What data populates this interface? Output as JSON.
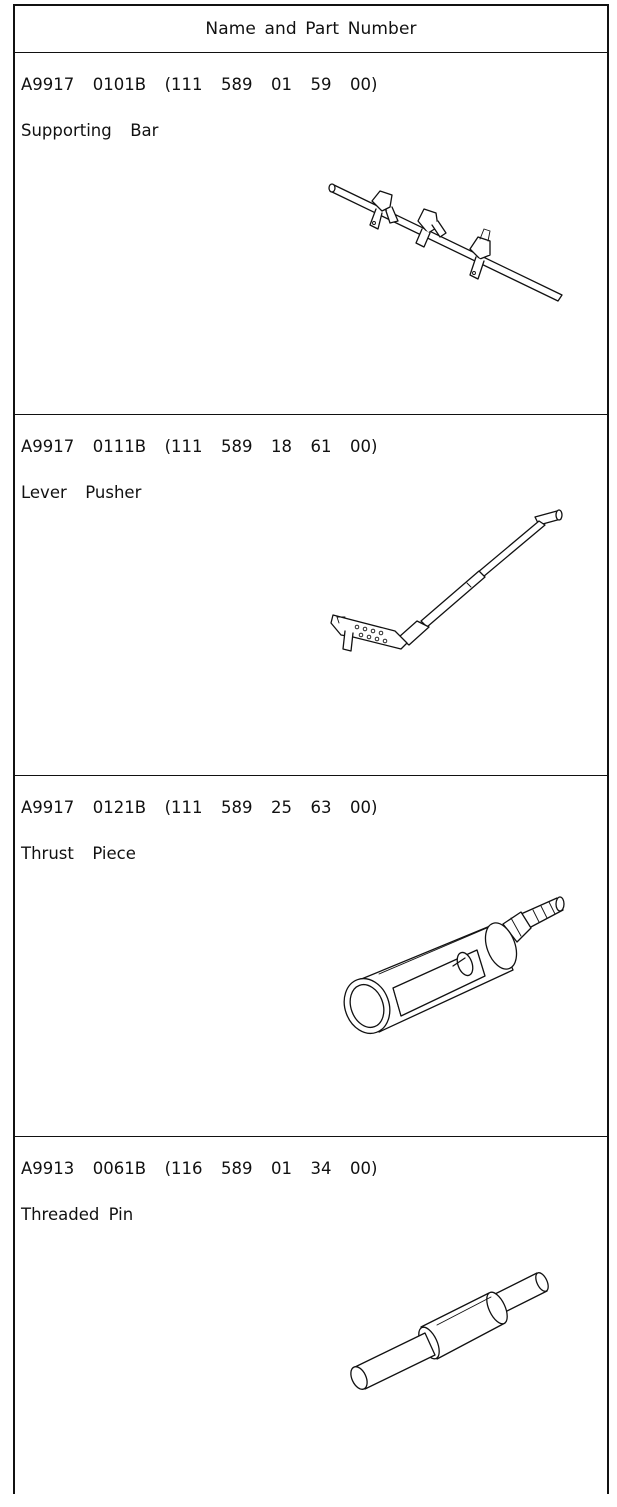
{
  "table": {
    "header": "Name and Part Number",
    "rows": [
      {
        "part_number": "A9917  0101B  (111  589  01  59  00)",
        "name": "Supporting  Bar",
        "illustration_icon": "supporting-bar-illustration"
      },
      {
        "part_number": "A9917  0111B  (111  589  18  61  00)",
        "name": "Lever  Pusher",
        "illustration_icon": "lever-pusher-illustration"
      },
      {
        "part_number": "A9917  0121B  (111  589  25  63  00)",
        "name": "Thrust  Piece",
        "illustration_icon": "thrust-piece-illustration"
      },
      {
        "part_number": "A9913  0061B  (116  589  01  34  00)",
        "name": "Threaded Pin",
        "illustration_icon": "threaded-pin-illustration"
      }
    ]
  }
}
